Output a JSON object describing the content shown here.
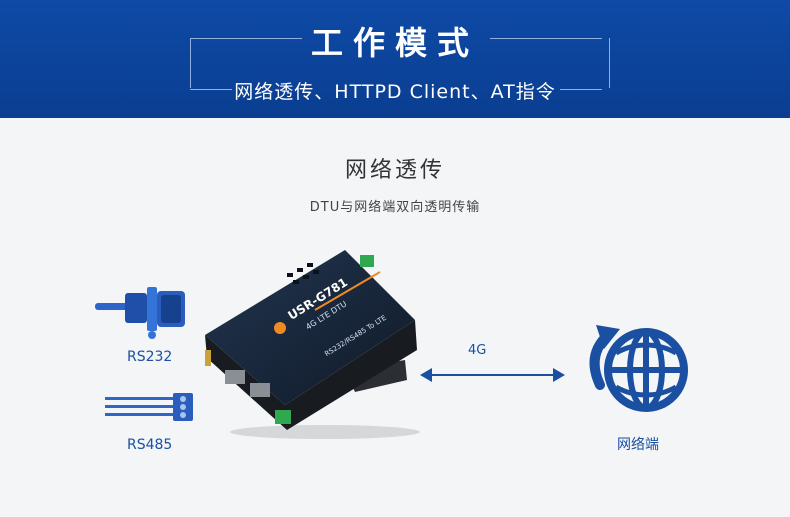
{
  "banner": {
    "title": "工作模式",
    "subtitle": "网络透传、HTTPD Client、AT指令"
  },
  "section": {
    "title": "网络透传",
    "description": "DTU与网络端双向透明传输"
  },
  "device": {
    "model": "USR-G781",
    "type": "4G LTE DTU",
    "interface": "RS232/RS485 To LTE"
  },
  "labels": {
    "rs232": "RS232",
    "rs485": "RS485",
    "link": "4G",
    "network": "网络端"
  },
  "colors": {
    "banner": "#0e4aa6",
    "accent": "#1a4fa1",
    "device_body": "#1c2a3d",
    "terminal": "#2fa84f"
  },
  "icons": [
    "db9-connector-icon",
    "three-wire-terminal-icon",
    "double-arrow-icon",
    "globe-refresh-icon"
  ]
}
